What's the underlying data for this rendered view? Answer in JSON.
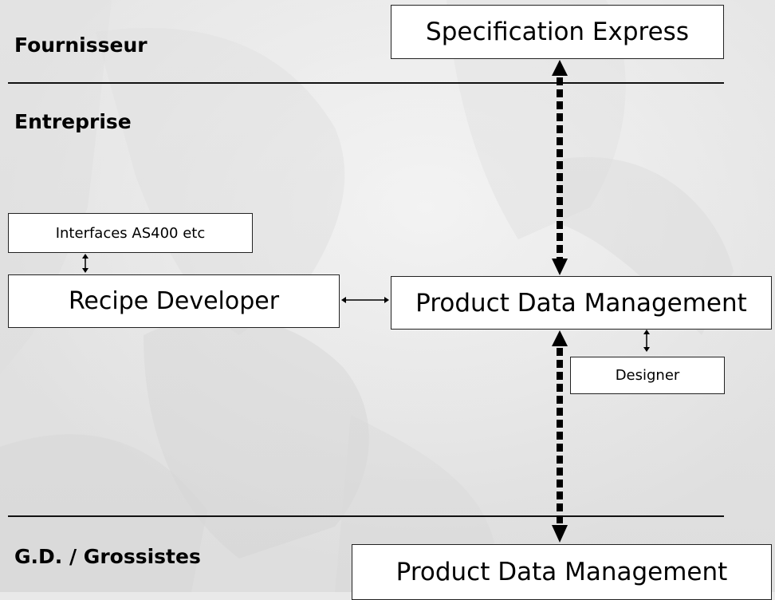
{
  "lanes": {
    "supplier": "Fournisseur",
    "enterprise": "Entreprise",
    "wholesale": "G.D. / Grossistes"
  },
  "boxes": {
    "spec_express": "Specification Express",
    "interfaces": "Interfaces AS400 etc",
    "recipe_developer": "Recipe Developer",
    "pdm_main": "Product Data Management",
    "designer": "Designer",
    "pdm_bottom": "Product Data Management"
  },
  "colors": {
    "background": "#e9e9e9",
    "box_fill": "#ffffff",
    "line": "#000000"
  }
}
